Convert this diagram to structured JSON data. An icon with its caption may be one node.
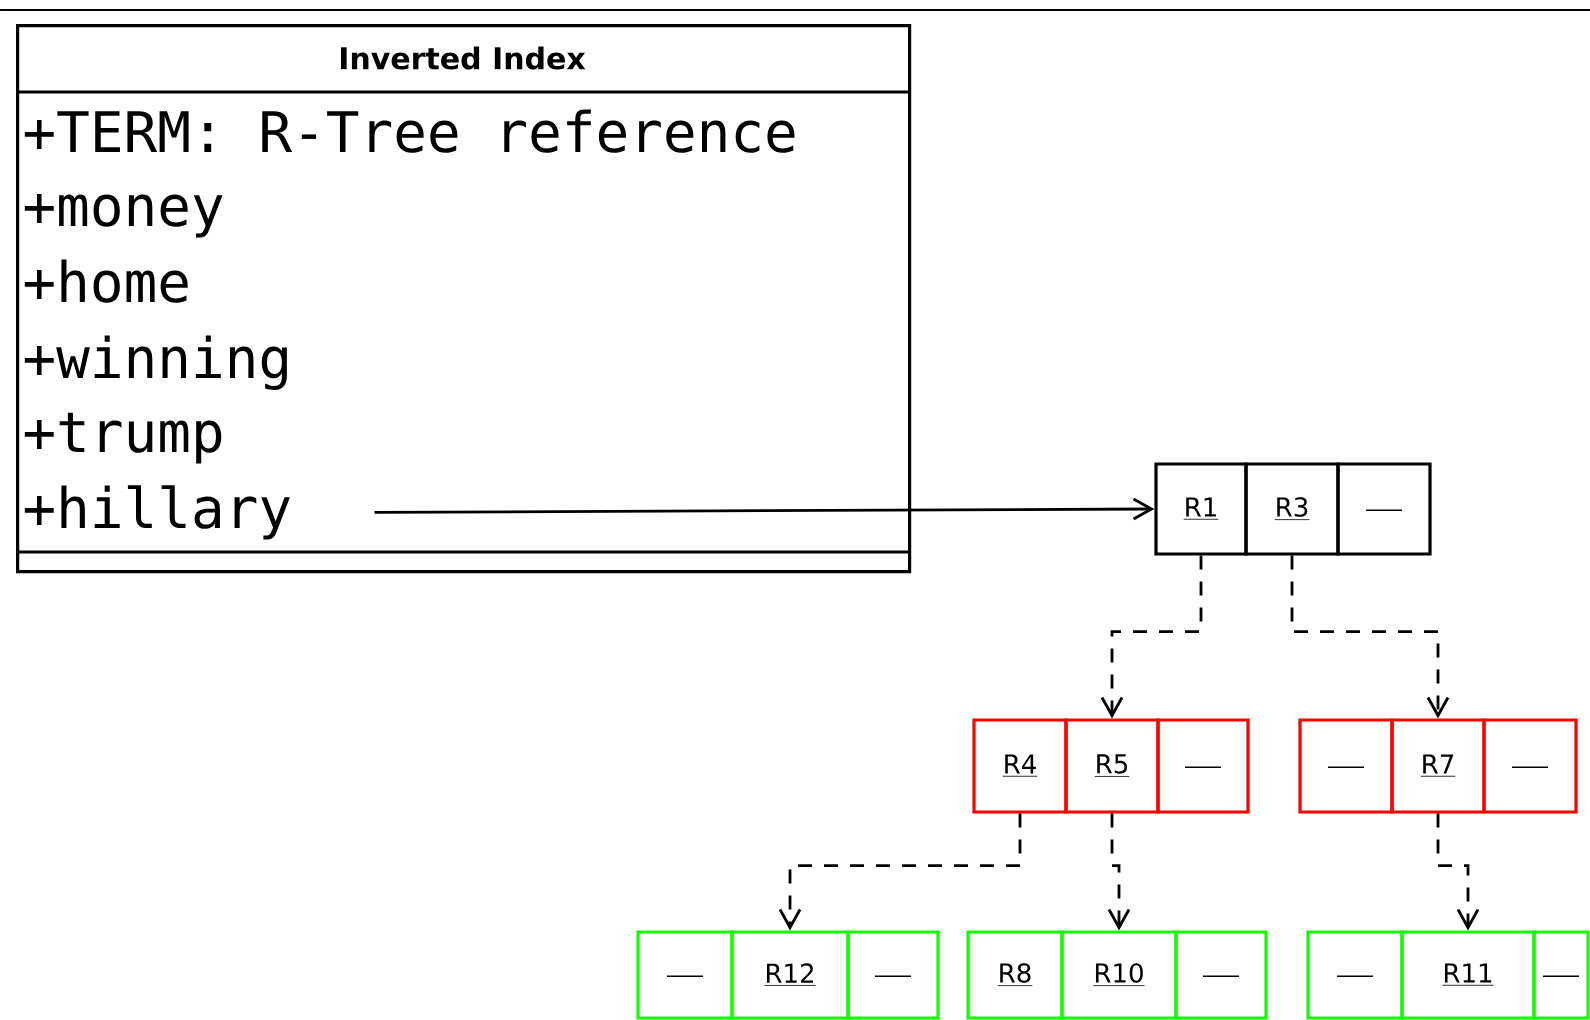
{
  "diagram": {
    "nodes": [
      {
        "text": [
          "Inverted Index"
        ]
      },
      {
        "text": [
          "+TERM: R-Tree reference"
        ],
        "in": 0
      },
      {
        "text": [
          "+money"
        ],
        "in": 0
      },
      {
        "text": [
          "+home"
        ],
        "in": 0
      },
      {
        "text": [
          "+winning"
        ],
        "in": 0
      },
      {
        "text": [
          "+trump"
        ],
        "in": 0
      },
      {
        "text": [
          "+hillary"
        ],
        "in": 0
      },
      {
        "text": [
          "R1"
        ]
      },
      {
        "text": [
          "R3"
        ]
      },
      {
        "text": [],
        "shape": "box"
      },
      {
        "text": [
          "R4"
        ]
      },
      {
        "text": [
          "R5"
        ]
      },
      {
        "text": [],
        "shape": "box"
      },
      {
        "text": [],
        "shape": "box"
      },
      {
        "text": [
          "R7"
        ]
      },
      {
        "text": [],
        "shape": "box"
      },
      {
        "text": [],
        "shape": "box"
      },
      {
        "text": [
          "R12"
        ]
      },
      {
        "text": [],
        "shape": "box"
      },
      {
        "text": [
          "R8"
        ]
      },
      {
        "text": [
          "R10"
        ]
      },
      {
        "text": [],
        "shape": "box"
      },
      {
        "text": [],
        "shape": "box"
      },
      {
        "text": [
          "R11"
        ]
      },
      {
        "text": [],
        "shape": "box"
      }
    ],
    "edges": [
      {
        "from": 6,
        "to": 7,
        "arrow": "to"
      },
      {
        "from": 7,
        "to": 11,
        "arrow": "to",
        "style": "dashed"
      },
      {
        "from": 8,
        "to": 14,
        "arrow": "to",
        "style": "dashed"
      },
      {
        "from": 10,
        "to": 17,
        "arrow": "to",
        "style": "dashed"
      },
      {
        "from": 11,
        "to": 20,
        "arrow": "to",
        "style": "dashed"
      },
      {
        "from": 14,
        "to": 23,
        "arrow": "to",
        "style": "dashed"
      }
    ]
  }
}
